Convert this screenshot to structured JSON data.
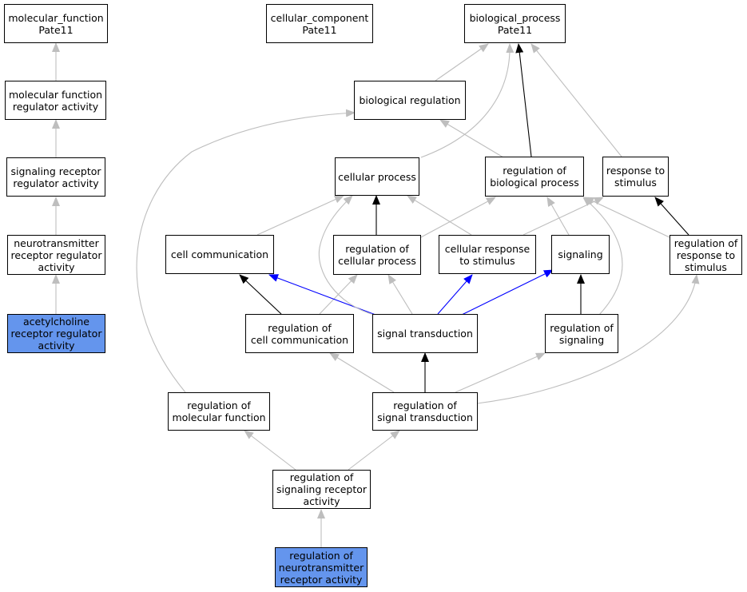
{
  "colors": {
    "highlight": "#6495ed",
    "gray_edge": "#bebebe",
    "black_edge": "#000000",
    "blue_edge": "#0000ff"
  },
  "nodes": {
    "molecular_function_root": "molecular_function\nPate11",
    "cellular_component_root": "cellular_component\nPate11",
    "biological_process_root": "biological_process\nPate11",
    "molecular_function_regulator_activity": "molecular function\nregulator activity",
    "signaling_receptor_regulator_activity": "signaling receptor\nregulator activity",
    "neurotransmitter_receptor_regulator_activity": "neurotransmitter\nreceptor regulator\nactivity",
    "acetylcholine_receptor_regulator_activity": "acetylcholine\nreceptor regulator\nactivity",
    "biological_regulation": "biological regulation",
    "cellular_process": "cellular process",
    "regulation_of_biological_process": "regulation of\nbiological process",
    "response_to_stimulus": "response to\nstimulus",
    "cell_communication": "cell communication",
    "regulation_of_cellular_process": "regulation of\ncellular process",
    "cellular_response_to_stimulus": "cellular response\nto stimulus",
    "signaling": "signaling",
    "regulation_of_response_to_stimulus": "regulation of\nresponse to\nstimulus",
    "regulation_of_cell_communication": "regulation of\ncell communication",
    "signal_transduction": "signal transduction",
    "regulation_of_signaling": "regulation of\nsignaling",
    "regulation_of_molecular_function": "regulation of\nmolecular function",
    "regulation_of_signal_transduction": "regulation of\nsignal transduction",
    "regulation_of_signaling_receptor_activity": "regulation of\nsignaling receptor\nactivity",
    "regulation_of_neurotransmitter_receptor_activity": "regulation of\nneurotransmitter\nreceptor activity"
  }
}
